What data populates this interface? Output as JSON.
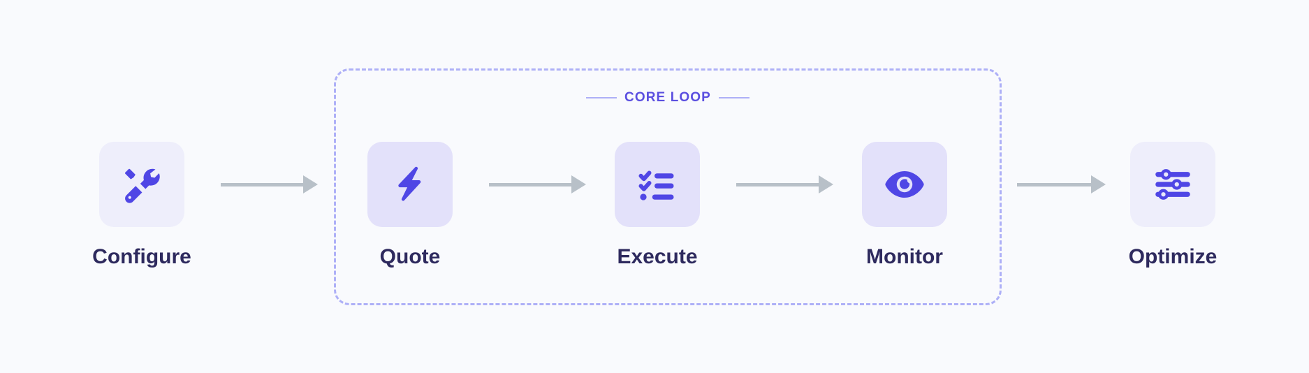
{
  "diagram": {
    "background_color": "#f9fafd",
    "accent_color": "#4f46e5",
    "label_color": "#2e2a5e",
    "arrow_color": "#b8c0c8",
    "loop_border_color": "#aeb0f7",
    "loop_label_color": "#5b4fe0"
  },
  "core_loop": {
    "label": "CORE LOOP"
  },
  "steps": [
    {
      "label": "Configure",
      "icon": "tools-icon",
      "in_loop": false
    },
    {
      "label": "Quote",
      "icon": "lightning-icon",
      "in_loop": true
    },
    {
      "label": "Execute",
      "icon": "checklist-icon",
      "in_loop": true
    },
    {
      "label": "Monitor",
      "icon": "eye-icon",
      "in_loop": true
    },
    {
      "label": "Optimize",
      "icon": "sliders-icon",
      "in_loop": false
    }
  ],
  "arrows": [
    {
      "from": "Configure",
      "to": "Quote"
    },
    {
      "from": "Quote",
      "to": "Execute"
    },
    {
      "from": "Execute",
      "to": "Monitor"
    },
    {
      "from": "Monitor",
      "to": "Optimize"
    }
  ]
}
